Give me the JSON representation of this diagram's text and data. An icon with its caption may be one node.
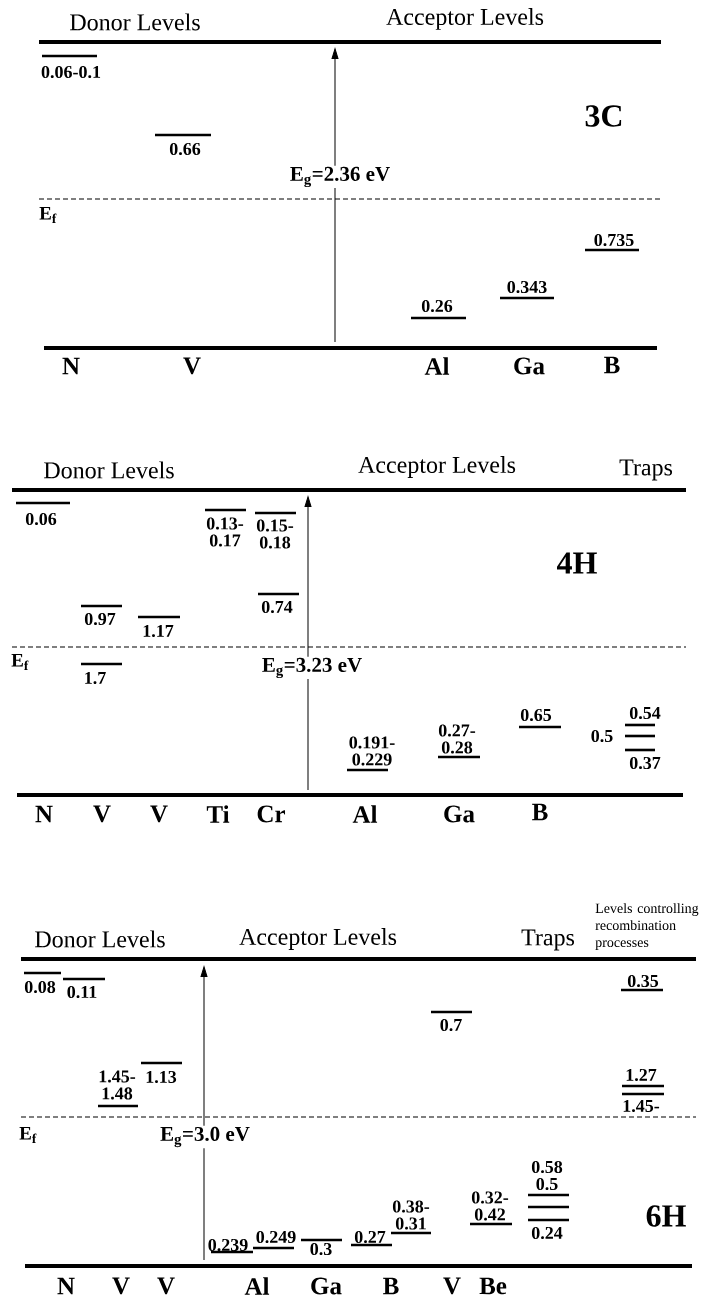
{
  "diagram": {
    "labels": [
      "Donor Levels",
      "Acceptor Levels",
      "0.06-0.1",
      "3C",
      "0.66",
      "E$_{g}$=2.36 eV",
      "E$_{f}$",
      "0.735",
      "0.343",
      "0.26",
      "N",
      "V",
      "Al",
      "Ga",
      "B",
      "Donor Levels",
      "Acceptor Levels",
      "Traps",
      "0.06",
      "0.13- 0.17",
      "0.15- 0.18",
      "4H",
      "0.74",
      "0.97",
      "1.17",
      "E$_{f}$",
      "E$_{g}$=3.23 eV",
      "1.7",
      "0.65",
      "0.54",
      "0.27- 0.28",
      "0.5",
      "0.191- 0.229",
      "0.37",
      "N",
      "V",
      "V",
      "Ti",
      "Cr",
      "Al",
      "Ga",
      "B",
      "Donor Levels",
      "Acceptor Levels",
      "Traps",
      "Levels controlling recombination processes",
      "0.35",
      "0.08",
      "0.11",
      "0.7",
      "1.45- 1.48",
      "1.13",
      "1.27",
      "1.45-",
      "E$_{f}$",
      "E$_{g}$=3.0 eV",
      "0.58",
      "0.5",
      "0.239",
      "0.249",
      "0.3",
      "0.27",
      "0.38- 0.31",
      "0.32- 0.42",
      "0.24",
      "6H",
      "N",
      "V",
      "V",
      "Al",
      "Ga",
      "B",
      "V",
      "Be"
    ]
  }
}
